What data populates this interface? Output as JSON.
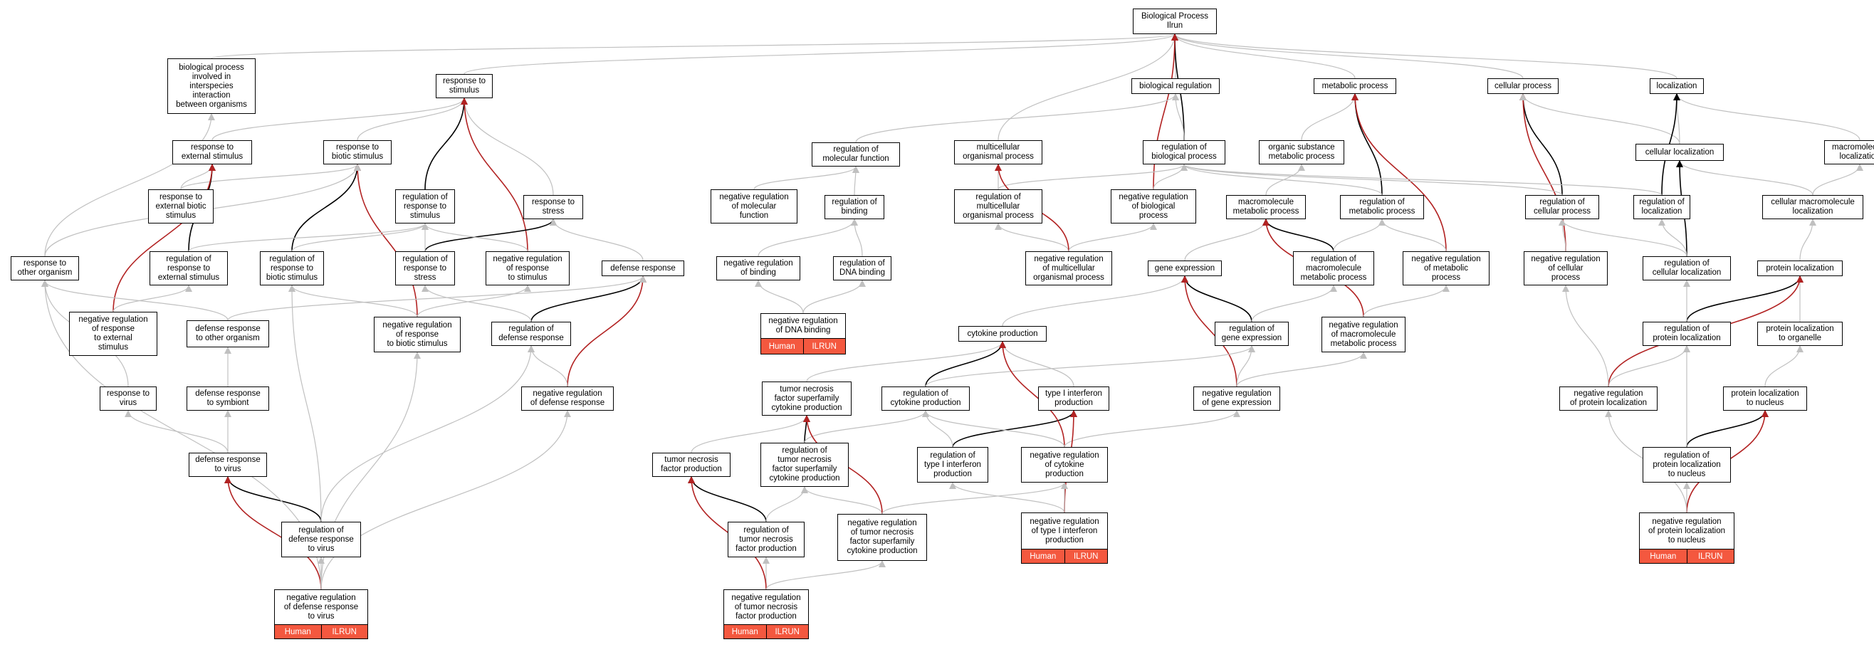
{
  "colors": {
    "edge_gray": "#c0c0c0",
    "edge_black": "#000000",
    "edge_red": "#b22222",
    "tag_bg": "#f4583f"
  },
  "nodes": {
    "bp": "Biological Process\nIlrun",
    "bio_proc_interspecies": "biological process\ninvolved in\ninterspecies\ninteraction\nbetween organisms",
    "resp_stimulus": "response to\nstimulus",
    "bio_regulation": "biological regulation",
    "metabolic_process": "metabolic process",
    "cellular_process": "cellular process",
    "localization": "localization",
    "resp_ext_stimulus": "response to\nexternal stimulus",
    "resp_biotic_stimulus": "response to\nbiotic stimulus",
    "reg_molecular_function": "regulation of\nmolecular function",
    "multicellular_process": "multicellular\norganismal process",
    "reg_bio_process": "regulation of\nbiological process",
    "organic_substance_metabolic": "organic substance\nmetabolic process",
    "cellular_localization": "cellular localization",
    "macromolecule_localization": "macromolecule\nlocalization",
    "resp_ext_biotic_stimulus": "response to\nexternal biotic\nstimulus",
    "reg_resp_stimulus": "regulation of\nresponse to\nstimulus",
    "resp_stress": "response to\nstress",
    "neg_reg_molecular_function": "negative regulation\nof molecular\nfunction",
    "reg_binding": "regulation of\nbinding",
    "reg_multicellular_process": "regulation of\nmulticellular\norganismal process",
    "neg_reg_bio_process": "negative regulation\nof biological\nprocess",
    "macromolecule_metabolic": "macromolecule\nmetabolic process",
    "reg_metabolic_process": "regulation of\nmetabolic process",
    "reg_cellular_process": "regulation of\ncellular process",
    "reg_localization": "regulation of\nlocalization",
    "cellular_macromolecule_localization": "cellular macromolecule\nlocalization",
    "resp_other_organism": "response to\nother organism",
    "reg_resp_ext_stimulus": "regulation of\nresponse to\nexternal stimulus",
    "reg_resp_biotic_stimulus": "regulation of\nresponse to\nbiotic stimulus",
    "reg_resp_stress": "regulation of\nresponse to\nstress",
    "neg_reg_resp_stimulus": "negative regulation\nof response\nto stimulus",
    "defense_response": "defense response",
    "neg_reg_binding": "negative regulation\nof binding",
    "reg_dna_binding": "regulation of\nDNA binding",
    "neg_reg_multicellular_process": "negative regulation\nof multicellular\norganismal process",
    "gene_expression": "gene expression",
    "reg_macromolecule_metabolic": "regulation of\nmacromolecule\nmetabolic process",
    "neg_reg_metabolic_process": "negative regulation\nof metabolic\nprocess",
    "neg_reg_cellular_process": "negative regulation\nof cellular\nprocess",
    "reg_cellular_localization": "regulation of\ncellular localization",
    "protein_localization": "protein localization",
    "neg_reg_resp_ext_stimulus": "negative regulation\nof response\nto external\nstimulus",
    "defense_resp_other_organism": "defense response\nto other organism",
    "neg_reg_resp_biotic_stimulus": "negative regulation\nof response\nto biotic stimulus",
    "reg_defense_response": "regulation of\ndefense response",
    "neg_reg_dna_binding": "negative regulation\nof DNA binding",
    "cytokine_production": "cytokine production",
    "reg_gene_expression": "regulation of\ngene expression",
    "neg_reg_macromolecule_metabolic": "negative regulation\nof macromolecule\nmetabolic process",
    "reg_protein_localization": "regulation of\nprotein localization",
    "protein_localization_organelle": "protein localization\nto organelle",
    "resp_virus": "response to\nvirus",
    "defense_resp_symbiont": "defense response\nto symbiont",
    "neg_reg_defense_response": "negative regulation\nof defense response",
    "tnf_superfamily_production": "tumor necrosis\nfactor superfamily\ncytokine production",
    "reg_cytokine_production": "regulation of\ncytokine production",
    "type1_ifn_production": "type I interferon\nproduction",
    "neg_reg_gene_expression": "negative regulation\nof gene expression",
    "neg_reg_protein_localization": "negative regulation\nof protein localization",
    "protein_localization_nucleus": "protein localization\nto nucleus",
    "defense_resp_virus": "defense response\nto virus",
    "tnf_production": "tumor necrosis\nfactor production",
    "reg_tnf_superfamily_production": "regulation of\ntumor necrosis\nfactor superfamily\ncytokine production",
    "reg_type1_ifn_production": "regulation of\ntype I interferon\nproduction",
    "neg_reg_cytokine_production": "negative regulation\nof cytokine\nproduction",
    "reg_protein_localization_nucleus": "regulation of\nprotein localization\nto nucleus",
    "reg_defense_resp_virus": "regulation of\ndefense response\nto virus",
    "neg_reg_tnf_superfamily_production": "negative regulation\nof tumor necrosis\nfactor superfamily\ncytokine production",
    "reg_tnf_production": "regulation of\ntumor necrosis\nfactor production",
    "neg_reg_type1_ifn_production": "negative regulation\nof type I interferon\nproduction",
    "neg_reg_protein_localization_nucleus": "negative regulation\nof protein localization\nto nucleus",
    "neg_reg_defense_resp_virus": "negative regulation\nof defense response\nto virus",
    "neg_reg_tnf_production": "negative regulation\nof tumor necrosis\nfactor production"
  },
  "tags": {
    "neg_reg_dna_binding": [
      "Human",
      "ILRUN"
    ],
    "neg_reg_type1_ifn_production": [
      "Human",
      "ILRUN"
    ],
    "neg_reg_protein_localization_nucleus": [
      "Human",
      "ILRUN"
    ],
    "neg_reg_defense_resp_virus": [
      "Human",
      "ILRUN"
    ],
    "neg_reg_tnf_production": [
      "Human",
      "ILRUN"
    ]
  },
  "edges": [
    [
      "bio_proc_interspecies",
      "bp",
      "gray"
    ],
    [
      "resp_stimulus",
      "bp",
      "gray"
    ],
    [
      "bio_regulation",
      "bp",
      "gray"
    ],
    [
      "metabolic_process",
      "bp",
      "gray"
    ],
    [
      "cellular_process",
      "bp",
      "gray"
    ],
    [
      "localization",
      "bp",
      "gray"
    ],
    [
      "multicellular_process",
      "bp",
      "gray"
    ],
    [
      "reg_bio_process",
      "bp",
      "black"
    ],
    [
      "neg_reg_bio_process",
      "bp",
      "red"
    ],
    [
      "resp_ext_stimulus",
      "resp_stimulus",
      "gray"
    ],
    [
      "resp_biotic_stimulus",
      "resp_stimulus",
      "gray"
    ],
    [
      "reg_resp_stimulus",
      "resp_stimulus",
      "black"
    ],
    [
      "resp_stress",
      "resp_stimulus",
      "gray"
    ],
    [
      "neg_reg_resp_stimulus",
      "resp_stimulus",
      "red"
    ],
    [
      "reg_molecular_function",
      "bio_regulation",
      "gray"
    ],
    [
      "reg_bio_process",
      "bio_regulation",
      "gray"
    ],
    [
      "organic_substance_metabolic",
      "metabolic_process",
      "gray"
    ],
    [
      "reg_metabolic_process",
      "metabolic_process",
      "black"
    ],
    [
      "neg_reg_metabolic_process",
      "metabolic_process",
      "red"
    ],
    [
      "reg_cellular_process",
      "cellular_process",
      "black"
    ],
    [
      "neg_reg_cellular_process",
      "cellular_process",
      "red"
    ],
    [
      "cellular_localization",
      "cellular_process",
      "gray"
    ],
    [
      "cellular_localization",
      "localization",
      "gray"
    ],
    [
      "macromolecule_localization",
      "localization",
      "gray"
    ],
    [
      "reg_localization",
      "localization",
      "black"
    ],
    [
      "resp_ext_biotic_stimulus",
      "resp_ext_stimulus",
      "gray"
    ],
    [
      "resp_ext_biotic_stimulus",
      "resp_biotic_stimulus",
      "gray"
    ],
    [
      "reg_resp_ext_stimulus",
      "resp_ext_stimulus",
      "black"
    ],
    [
      "neg_reg_resp_ext_stimulus",
      "resp_ext_stimulus",
      "red"
    ],
    [
      "reg_resp_biotic_stimulus",
      "resp_biotic_stimulus",
      "black"
    ],
    [
      "neg_reg_resp_biotic_stimulus",
      "resp_biotic_stimulus",
      "red"
    ],
    [
      "resp_other_organism",
      "bio_proc_interspecies",
      "gray"
    ],
    [
      "resp_other_organism",
      "resp_biotic_stimulus",
      "gray"
    ],
    [
      "reg_resp_stress",
      "resp_stress",
      "black"
    ],
    [
      "defense_response",
      "resp_stress",
      "gray"
    ],
    [
      "neg_reg_molecular_function",
      "reg_molecular_function",
      "gray"
    ],
    [
      "reg_binding",
      "reg_molecular_function",
      "gray"
    ],
    [
      "neg_reg_binding",
      "reg_binding",
      "gray"
    ],
    [
      "reg_dna_binding",
      "reg_binding",
      "gray"
    ],
    [
      "neg_reg_dna_binding",
      "neg_reg_binding",
      "gray"
    ],
    [
      "neg_reg_dna_binding",
      "reg_dna_binding",
      "gray"
    ],
    [
      "reg_multicellular_process",
      "multicellular_process",
      "gray"
    ],
    [
      "reg_multicellular_process",
      "reg_bio_process",
      "gray"
    ],
    [
      "neg_reg_multicellular_process",
      "reg_multicellular_process",
      "gray"
    ],
    [
      "neg_reg_multicellular_process",
      "multicellular_process",
      "red"
    ],
    [
      "neg_reg_multicellular_process",
      "neg_reg_bio_process",
      "gray"
    ],
    [
      "neg_reg_bio_process",
      "reg_bio_process",
      "gray"
    ],
    [
      "macromolecule_metabolic",
      "organic_substance_metabolic",
      "gray"
    ],
    [
      "reg_metabolic_process",
      "reg_bio_process",
      "gray"
    ],
    [
      "reg_cellular_process",
      "reg_bio_process",
      "gray"
    ],
    [
      "reg_localization",
      "reg_bio_process",
      "gray"
    ],
    [
      "cellular_macromolecule_localization",
      "macromolecule_localization",
      "gray"
    ],
    [
      "cellular_macromolecule_localization",
      "cellular_localization",
      "gray"
    ],
    [
      "reg_cellular_localization",
      "cellular_localization",
      "black"
    ],
    [
      "reg_cellular_localization",
      "reg_localization",
      "gray"
    ],
    [
      "gene_expression",
      "macromolecule_metabolic",
      "gray"
    ],
    [
      "reg_macromolecule_metabolic",
      "macromolecule_metabolic",
      "black"
    ],
    [
      "reg_macromolecule_metabolic",
      "reg_metabolic_process",
      "gray"
    ],
    [
      "neg_reg_macromolecule_metabolic",
      "macromolecule_metabolic",
      "red"
    ],
    [
      "neg_reg_macromolecule_metabolic",
      "neg_reg_metabolic_process",
      "gray"
    ],
    [
      "neg_reg_metabolic_process",
      "reg_metabolic_process",
      "gray"
    ],
    [
      "neg_reg_cellular_process",
      "reg_cellular_process",
      "gray"
    ],
    [
      "reg_cellular_localization",
      "reg_cellular_process",
      "gray"
    ],
    [
      "protein_localization",
      "cellular_macromolecule_localization",
      "gray"
    ],
    [
      "reg_resp_ext_stimulus",
      "reg_resp_stimulus",
      "gray"
    ],
    [
      "reg_resp_biotic_stimulus",
      "reg_resp_stimulus",
      "gray"
    ],
    [
      "reg_resp_stress",
      "reg_resp_stimulus",
      "gray"
    ],
    [
      "neg_reg_resp_stimulus",
      "reg_resp_stimulus",
      "gray"
    ],
    [
      "reg_defense_response",
      "defense_response",
      "black"
    ],
    [
      "neg_reg_defense_response",
      "defense_response",
      "red"
    ],
    [
      "neg_reg_resp_ext_stimulus",
      "reg_resp_ext_stimulus",
      "gray"
    ],
    [
      "defense_resp_other_organism",
      "resp_other_organism",
      "gray"
    ],
    [
      "defense_resp_other_organism",
      "defense_response",
      "gray"
    ],
    [
      "neg_reg_resp_biotic_stimulus",
      "reg_resp_biotic_stimulus",
      "gray"
    ],
    [
      "neg_reg_resp_biotic_stimulus",
      "neg_reg_resp_stimulus",
      "gray"
    ],
    [
      "reg_defense_response",
      "reg_resp_stress",
      "gray"
    ],
    [
      "neg_reg_defense_response",
      "reg_defense_response",
      "gray"
    ],
    [
      "cytokine_production",
      "gene_expression",
      "gray"
    ],
    [
      "reg_gene_expression",
      "gene_expression",
      "black"
    ],
    [
      "reg_gene_expression",
      "reg_macromolecule_metabolic",
      "gray"
    ],
    [
      "neg_reg_gene_expression",
      "gene_expression",
      "red"
    ],
    [
      "neg_reg_gene_expression",
      "reg_gene_expression",
      "gray"
    ],
    [
      "neg_reg_gene_expression",
      "neg_reg_macromolecule_metabolic",
      "gray"
    ],
    [
      "reg_protein_localization",
      "protein_localization",
      "black"
    ],
    [
      "reg_protein_localization",
      "reg_cellular_localization",
      "gray"
    ],
    [
      "protein_localization_organelle",
      "protein_localization",
      "gray"
    ],
    [
      "resp_virus",
      "resp_other_organism",
      "gray"
    ],
    [
      "defense_resp_symbiont",
      "defense_resp_other_organism",
      "gray"
    ],
    [
      "tnf_superfamily_production",
      "cytokine_production",
      "gray"
    ],
    [
      "reg_cytokine_production",
      "cytokine_production",
      "black"
    ],
    [
      "reg_cytokine_production",
      "reg_gene_expression",
      "gray"
    ],
    [
      "type1_ifn_production",
      "cytokine_production",
      "gray"
    ],
    [
      "neg_reg_protein_localization",
      "reg_protein_localization",
      "gray"
    ],
    [
      "neg_reg_protein_localization",
      "protein_localization",
      "red"
    ],
    [
      "neg_reg_protein_localization",
      "neg_reg_cellular_process",
      "gray"
    ],
    [
      "protein_localization_nucleus",
      "protein_localization_organelle",
      "gray"
    ],
    [
      "defense_resp_virus",
      "resp_virus",
      "gray"
    ],
    [
      "defense_resp_virus",
      "defense_resp_symbiont",
      "gray"
    ],
    [
      "tnf_production",
      "tnf_superfamily_production",
      "gray"
    ],
    [
      "reg_tnf_superfamily_production",
      "tnf_superfamily_production",
      "black"
    ],
    [
      "reg_tnf_superfamily_production",
      "reg_cytokine_production",
      "gray"
    ],
    [
      "reg_type1_ifn_production",
      "type1_ifn_production",
      "black"
    ],
    [
      "reg_type1_ifn_production",
      "reg_cytokine_production",
      "gray"
    ],
    [
      "neg_reg_cytokine_production",
      "cytokine_production",
      "red"
    ],
    [
      "neg_reg_cytokine_production",
      "reg_cytokine_production",
      "gray"
    ],
    [
      "neg_reg_cytokine_production",
      "neg_reg_gene_expression",
      "gray"
    ],
    [
      "reg_protein_localization_nucleus",
      "protein_localization_nucleus",
      "black"
    ],
    [
      "reg_protein_localization_nucleus",
      "reg_protein_localization",
      "gray"
    ],
    [
      "reg_defense_resp_virus",
      "defense_resp_virus",
      "black"
    ],
    [
      "reg_defense_resp_virus",
      "reg_defense_response",
      "gray"
    ],
    [
      "reg_defense_resp_virus",
      "reg_resp_biotic_stimulus",
      "gray"
    ],
    [
      "neg_reg_tnf_superfamily_production",
      "reg_tnf_superfamily_production",
      "gray"
    ],
    [
      "neg_reg_tnf_superfamily_production",
      "tnf_superfamily_production",
      "red"
    ],
    [
      "neg_reg_tnf_superfamily_production",
      "neg_reg_cytokine_production",
      "gray"
    ],
    [
      "reg_tnf_production",
      "tnf_production",
      "black"
    ],
    [
      "reg_tnf_production",
      "reg_tnf_superfamily_production",
      "gray"
    ],
    [
      "neg_reg_type1_ifn_production",
      "reg_type1_ifn_production",
      "gray"
    ],
    [
      "neg_reg_type1_ifn_production",
      "type1_ifn_production",
      "red"
    ],
    [
      "neg_reg_type1_ifn_production",
      "neg_reg_cytokine_production",
      "gray"
    ],
    [
      "neg_reg_protein_localization_nucleus",
      "reg_protein_localization_nucleus",
      "gray"
    ],
    [
      "neg_reg_protein_localization_nucleus",
      "protein_localization_nucleus",
      "red"
    ],
    [
      "neg_reg_protein_localization_nucleus",
      "neg_reg_protein_localization",
      "gray"
    ],
    [
      "neg_reg_defense_resp_virus",
      "reg_defense_resp_virus",
      "gray"
    ],
    [
      "neg_reg_defense_resp_virus",
      "defense_resp_virus",
      "red"
    ],
    [
      "neg_reg_defense_resp_virus",
      "neg_reg_defense_response",
      "gray"
    ],
    [
      "neg_reg_defense_resp_virus",
      "neg_reg_resp_biotic_stimulus",
      "gray"
    ],
    [
      "neg_reg_defense_resp_virus",
      "resp_other_organism",
      "gray"
    ],
    [
      "neg_reg_tnf_production",
      "reg_tnf_production",
      "gray"
    ],
    [
      "neg_reg_tnf_production",
      "tnf_production",
      "red"
    ],
    [
      "neg_reg_tnf_production",
      "neg_reg_tnf_superfamily_production",
      "gray"
    ]
  ]
}
